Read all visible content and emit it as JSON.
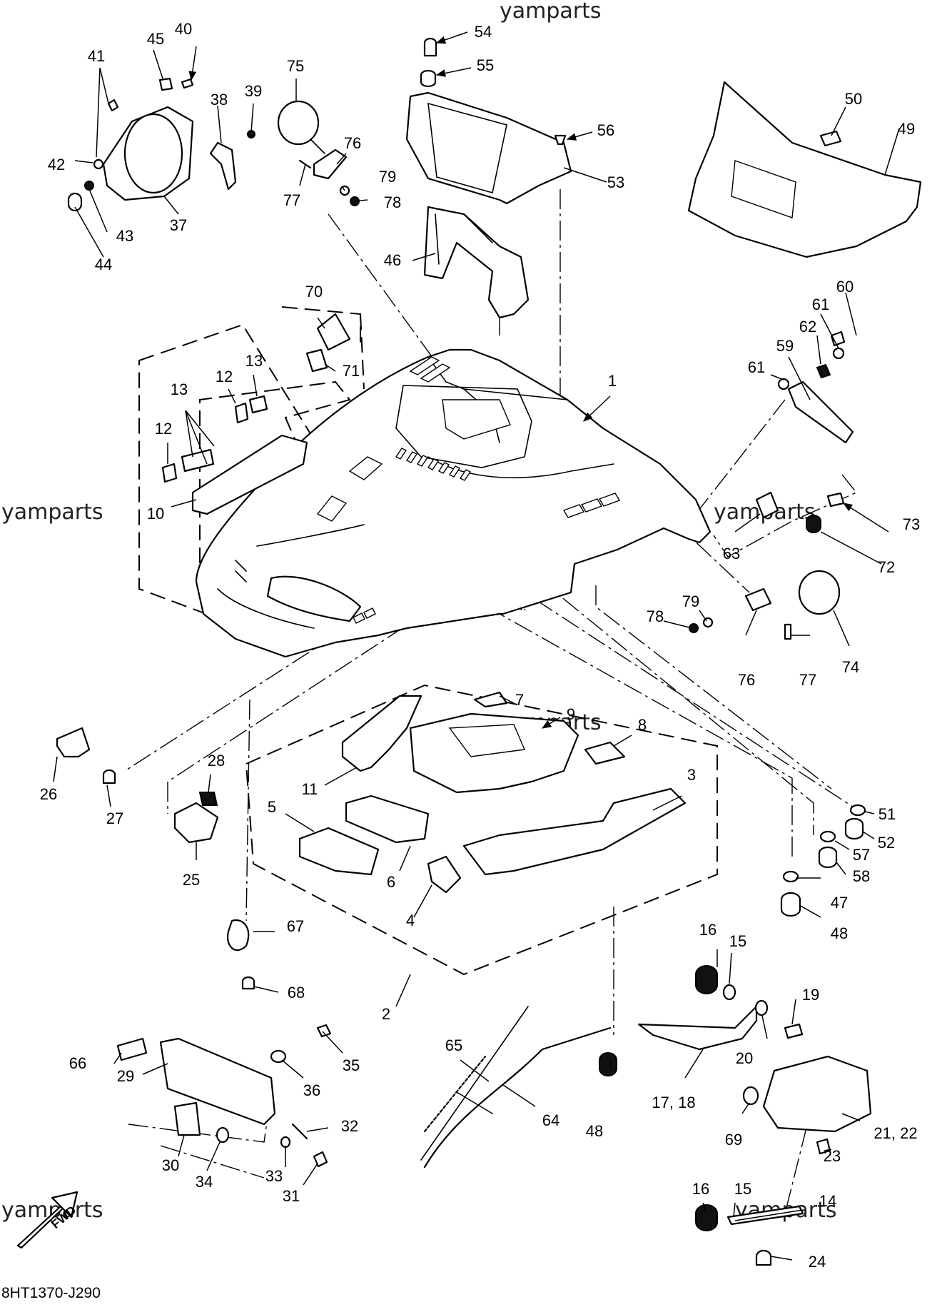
{
  "watermark": "yamparts",
  "drawing_code": "8HT1370-J290",
  "fwd_label": "FWD",
  "colors": {
    "ink": "#000000",
    "paper": "#ffffff"
  },
  "callouts": [
    {
      "id": "c1",
      "text": "1"
    },
    {
      "id": "c2",
      "text": "2"
    },
    {
      "id": "c3",
      "text": "3"
    },
    {
      "id": "c4",
      "text": "4"
    },
    {
      "id": "c5",
      "text": "5"
    },
    {
      "id": "c6",
      "text": "6"
    },
    {
      "id": "c7",
      "text": "7"
    },
    {
      "id": "c8",
      "text": "8"
    },
    {
      "id": "c9",
      "text": "9"
    },
    {
      "id": "c10",
      "text": "10"
    },
    {
      "id": "c11",
      "text": "11"
    },
    {
      "id": "c12a",
      "text": "12"
    },
    {
      "id": "c12b",
      "text": "12"
    },
    {
      "id": "c13a",
      "text": "13"
    },
    {
      "id": "c13b",
      "text": "13"
    },
    {
      "id": "c14",
      "text": "14"
    },
    {
      "id": "c15a",
      "text": "15"
    },
    {
      "id": "c15b",
      "text": "15"
    },
    {
      "id": "c16a",
      "text": "16"
    },
    {
      "id": "c16b",
      "text": "16"
    },
    {
      "id": "c17",
      "text": "17, 18"
    },
    {
      "id": "c19",
      "text": "19"
    },
    {
      "id": "c20",
      "text": "20"
    },
    {
      "id": "c21",
      "text": "21, 22"
    },
    {
      "id": "c23",
      "text": "23"
    },
    {
      "id": "c24",
      "text": "24"
    },
    {
      "id": "c25",
      "text": "25"
    },
    {
      "id": "c26",
      "text": "26"
    },
    {
      "id": "c27",
      "text": "27"
    },
    {
      "id": "c28",
      "text": "28"
    },
    {
      "id": "c29",
      "text": "29"
    },
    {
      "id": "c30",
      "text": "30"
    },
    {
      "id": "c31",
      "text": "31"
    },
    {
      "id": "c32",
      "text": "32"
    },
    {
      "id": "c33",
      "text": "33"
    },
    {
      "id": "c34",
      "text": "34"
    },
    {
      "id": "c35",
      "text": "35"
    },
    {
      "id": "c36",
      "text": "36"
    },
    {
      "id": "c37",
      "text": "37"
    },
    {
      "id": "c38",
      "text": "38"
    },
    {
      "id": "c39",
      "text": "39"
    },
    {
      "id": "c40",
      "text": "40"
    },
    {
      "id": "c41",
      "text": "41"
    },
    {
      "id": "c42",
      "text": "42"
    },
    {
      "id": "c43",
      "text": "43"
    },
    {
      "id": "c44",
      "text": "44"
    },
    {
      "id": "c45",
      "text": "45"
    },
    {
      "id": "c46",
      "text": "46"
    },
    {
      "id": "c47",
      "text": "47"
    },
    {
      "id": "c48a",
      "text": "48"
    },
    {
      "id": "c48b",
      "text": "48"
    },
    {
      "id": "c49",
      "text": "49"
    },
    {
      "id": "c50",
      "text": "50"
    },
    {
      "id": "c51",
      "text": "51"
    },
    {
      "id": "c52",
      "text": "52"
    },
    {
      "id": "c53",
      "text": "53"
    },
    {
      "id": "c54",
      "text": "54"
    },
    {
      "id": "c55",
      "text": "55"
    },
    {
      "id": "c56",
      "text": "56"
    },
    {
      "id": "c57",
      "text": "57"
    },
    {
      "id": "c58",
      "text": "58"
    },
    {
      "id": "c59",
      "text": "59"
    },
    {
      "id": "c60",
      "text": "60"
    },
    {
      "id": "c61a",
      "text": "61"
    },
    {
      "id": "c61b",
      "text": "61"
    },
    {
      "id": "c62",
      "text": "62"
    },
    {
      "id": "c63",
      "text": "63"
    },
    {
      "id": "c64",
      "text": "64"
    },
    {
      "id": "c65",
      "text": "65"
    },
    {
      "id": "c66",
      "text": "66"
    },
    {
      "id": "c67",
      "text": "67"
    },
    {
      "id": "c68",
      "text": "68"
    },
    {
      "id": "c69",
      "text": "69"
    },
    {
      "id": "c70",
      "text": "70"
    },
    {
      "id": "c71",
      "text": "71"
    },
    {
      "id": "c72",
      "text": "72"
    },
    {
      "id": "c73",
      "text": "73"
    },
    {
      "id": "c74",
      "text": "74"
    },
    {
      "id": "c75",
      "text": "75"
    },
    {
      "id": "c76a",
      "text": "76"
    },
    {
      "id": "c76b",
      "text": "76"
    },
    {
      "id": "c77a",
      "text": "77"
    },
    {
      "id": "c77b",
      "text": "77"
    },
    {
      "id": "c78a",
      "text": "78"
    },
    {
      "id": "c78b",
      "text": "78"
    },
    {
      "id": "c79a",
      "text": "79"
    },
    {
      "id": "c79b",
      "text": "79"
    }
  ]
}
